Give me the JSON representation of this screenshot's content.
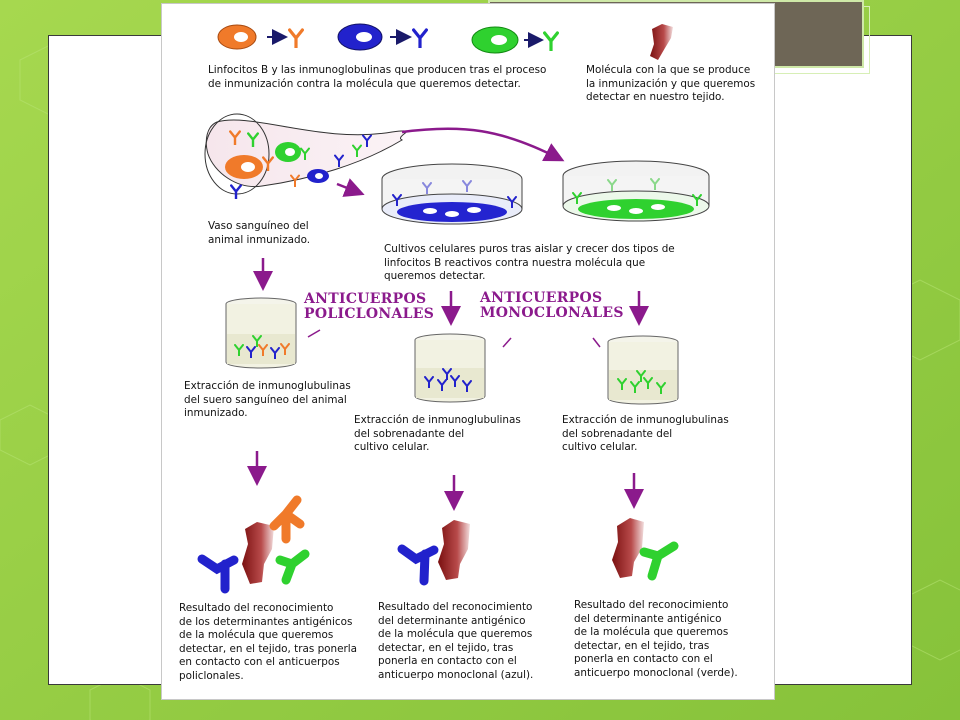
{
  "theme": {
    "background": "#9cd24a",
    "frame": "#ffffff",
    "title_box": "#6e6656",
    "accent_purple": "#8b1a8c"
  },
  "legend": {
    "lymphocytes_caption": "Linfocitos B y las inmunoglobulinas que producen tras el proceso\nde inmunización contra la molécula que queremos detectar.",
    "molecule_caption": "Molécula con la que se produce\nla inmunización y que queremos\ndetectar en nuestro tejido."
  },
  "blood_vessel_caption": "Vaso sanguíneo del\nanimal inmunizado.",
  "cultures_caption": "Cultivos celulares puros tras aislar y crecer dos tipos de\nlinfocitos B reactivos contra nuestra molécula que\nqueremos detectar.",
  "headers": {
    "polyclonal": "ANTICUERPOS\nPOLICLONALES",
    "monoclonal": "ANTICUERPOS\nMONOCLONALES"
  },
  "extractions": {
    "serum": "Extracción de inmunoglubulinas\ndel suero sanguíneo del animal\ninmunizado.",
    "supernatant_blue": "Extracción de inmunoglubulinas\ndel sobrenadante del\ncultivo celular.",
    "supernatant_green": "Extracción de inmunoglubulinas\ndel sobrenadante del\ncultivo celular."
  },
  "results": {
    "polyclonal": "Resultado del reconocimiento\nde los determinantes antigénicos\nde la molécula que queremos\ndetectar, en el tejido, tras ponerla\nen contacto con el anticuerpos\npoliclonales.",
    "monoclonal_blue": "Resultado del reconocimiento\ndel determinante antigénico\nde la molécula que queremos\ndetectar, en el tejido, tras\nponerla en contacto con el\nanticuerpo monoclonal (azul).",
    "monoclonal_green": "Resultado del reconocimiento\ndel determinante antigénico\nde la molécula que queremos\ndetectar, en el tejido, tras\nponerla en contacto con el\nanticuerpo monoclonal (verde)."
  },
  "cell_colors": {
    "orange": "#f07a2a",
    "blue": "#2222cc",
    "green": "#2fd12f",
    "antigen": "#8a1a1a"
  }
}
